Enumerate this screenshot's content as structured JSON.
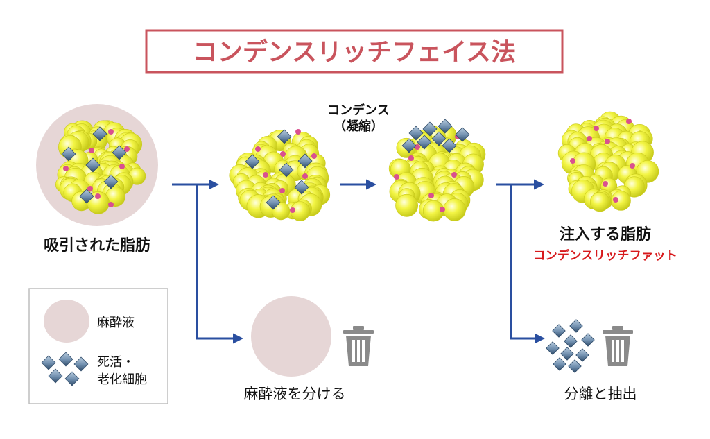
{
  "title": "コンデンスリッチフェイス法",
  "colors": {
    "title_border": "#c9545d",
    "title_text": "#c9545d",
    "fat_cell": "#eef23a",
    "fat_cell_edge": "#c9c91a",
    "nucleus": "#d9508f",
    "anesthetic": "#e6d6d6",
    "damaged_cell": "#6c8aa8",
    "arrow": "#2a4fa0",
    "highlight": "#d7191c",
    "trash": "#8a8a8a"
  },
  "labels": {
    "aspirated_fat": "吸引された脂肪",
    "condense": "コンデンス",
    "condense_sub": "（凝縮）",
    "injected_fat": "注入する脂肪",
    "condense_rich_fat": "コンデンスリッチファット",
    "separate_anesthetic": "麻酔液を分ける",
    "separate_extract": "分離と抽出"
  },
  "legend": {
    "anesthetic": "麻酔液",
    "damaged_line1": "死活・",
    "damaged_line2": "老化細胞"
  },
  "icons": [
    "trash-icon",
    "trash-icon"
  ]
}
